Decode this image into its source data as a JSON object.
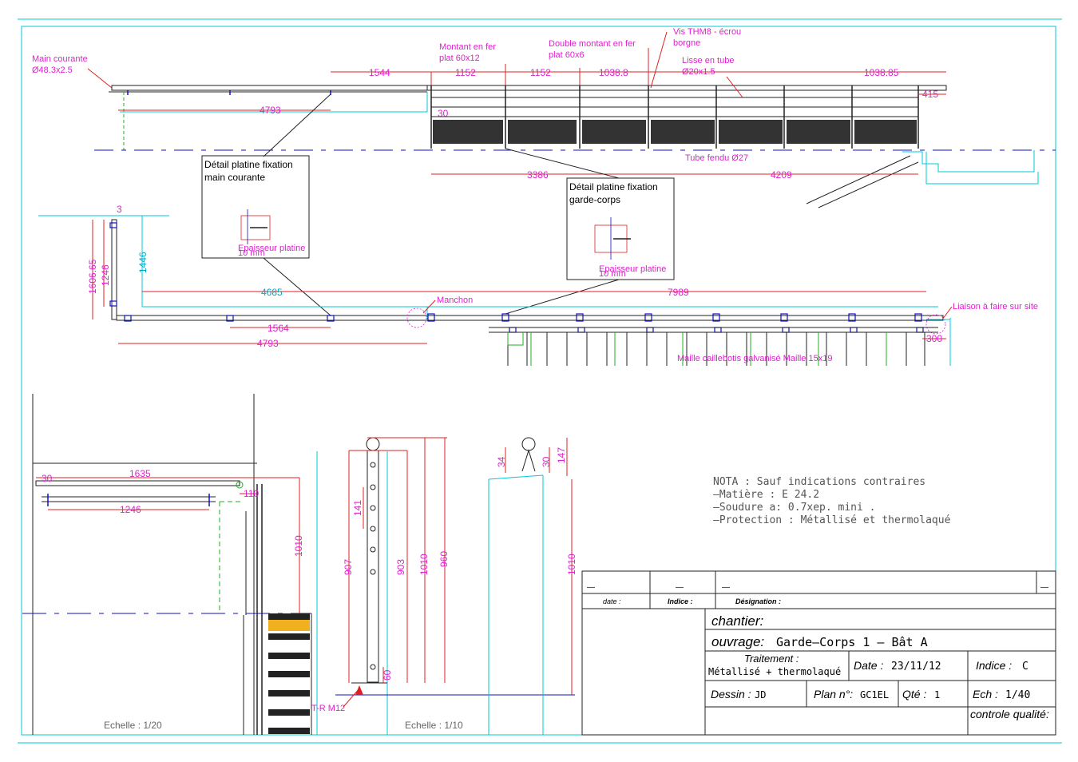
{
  "labels": {
    "main_courante": [
      "Main courante",
      "Ø48.3x2.5"
    ],
    "montant_fer": [
      "Montant en fer",
      "plat 60x12"
    ],
    "double_montant": [
      "Double montant en fer",
      "plat 60x6"
    ],
    "vis": [
      "Vis THM8 - écrou",
      "borgne"
    ],
    "lisse": [
      "Lisse en tube",
      "Ø20x1.5"
    ],
    "tube_fendu": "Tube fendu Ø27",
    "manchon": "Manchon",
    "liaison": "Liaison à faire sur site",
    "maille": "Maille caillebotis galvanisé Maille 15x19",
    "tr_m12": "T-R M12",
    "echelle_20": "Echelle : 1/20",
    "echelle_10": "Echelle : 1/10"
  },
  "details": {
    "main_courante": [
      "Détail platine fixation",
      "main courante"
    ],
    "garde_corps": [
      "Détail platine fixation",
      "garde-corps"
    ],
    "epaisseur": [
      "Epaisseur platine",
      "10 mm"
    ]
  },
  "dims": {
    "top": [
      "1544",
      "1152",
      "1152",
      "1038.8",
      "1038.85",
      "4793",
      "30",
      "415",
      "3386",
      "4209"
    ],
    "plan": [
      "3",
      "1606.65",
      "1246",
      "1446",
      "4685",
      "7989",
      "1564",
      "4793",
      "300"
    ],
    "section": [
      "30",
      "1635",
      "1246",
      "110",
      "1010"
    ],
    "post": [
      "907",
      "141",
      "903",
      "1010",
      "960",
      "60"
    ],
    "post2": [
      "34",
      "30",
      "147",
      "1010"
    ]
  },
  "nota": [
    "NOTA : Sauf indications contraires",
    "—Matière : E 24.2",
    "—Soudure a: 0.7xep. mini .",
    "—Protection : Métallisé et thermolaqué"
  ],
  "title_block": {
    "dash": "—",
    "date_label": "date :",
    "indice_label": "Indice :",
    "designation_label": "Désignation :",
    "chantier_label": "chantier:",
    "ouvrage_label": "ouvrage:",
    "ouvrage_value": "Garde—Corps 1 — Bât A",
    "traitement_label": "Traitement :",
    "traitement_value": "Métallisé + thermolaqué",
    "date2_label": "Date :",
    "date_value": "23/11/12",
    "indice2_label": "Indice :",
    "indice_value": "C",
    "dessin_label": "Dessin :",
    "dessin_value": "JD",
    "plan_label": "Plan n°:",
    "plan_value": "GC1EL",
    "qte_label": "Qté :",
    "qte_value": "1",
    "ech_label": "Ech :",
    "ech_value": "1/40",
    "controle_label": "controle qualité:"
  },
  "colors": {
    "cyan": "#00c8d8",
    "magenta": "#e020d0",
    "blue": "#1010c0",
    "green": "#20b020",
    "yellow": "#f0b020"
  }
}
